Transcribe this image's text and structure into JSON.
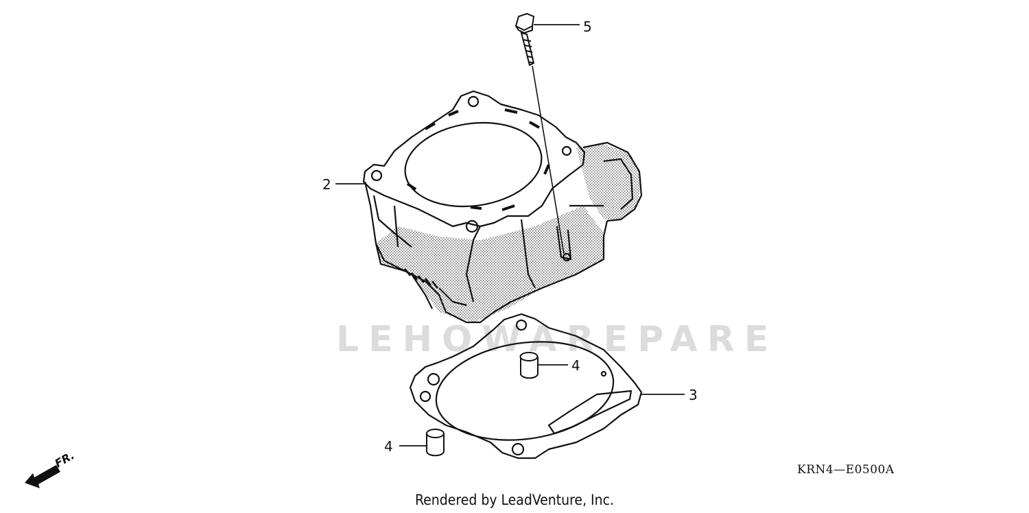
{
  "callouts": {
    "part_2": "2",
    "part_3": "3",
    "part_4_upper": "4",
    "part_4_lower": "4",
    "part_5": "5"
  },
  "direction_indicator": "FR.",
  "diagram_code": "KRN4—E0500A",
  "watermark": "LEHOWAREPARE",
  "footer": "Rendered by LeadVenture, Inc.",
  "colors": {
    "line": "#111111",
    "shade": "#b0b0b0",
    "watermark": "#dcdcdc"
  }
}
